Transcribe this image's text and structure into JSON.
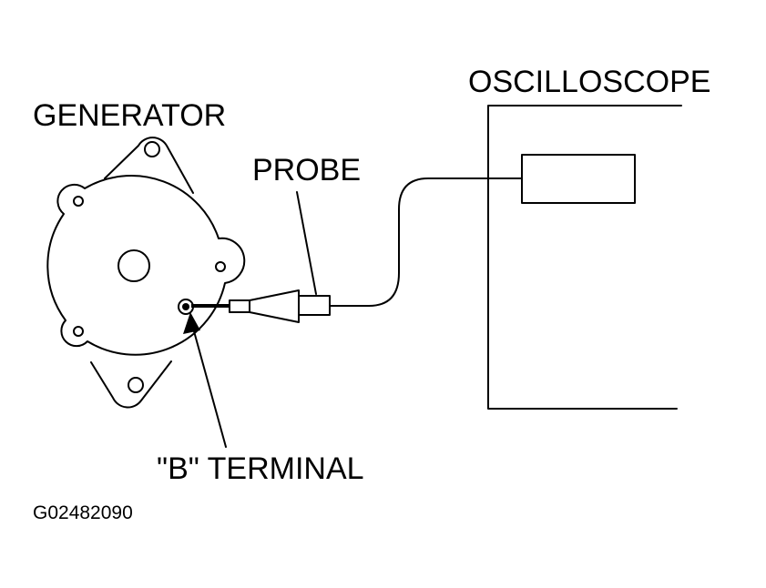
{
  "labels": {
    "generator": "GENERATOR",
    "probe": "PROBE",
    "oscilloscope": "OSCILLOSCOPE",
    "b_terminal": "\"B\" TERMINAL",
    "figure_id": "G02482090"
  }
}
